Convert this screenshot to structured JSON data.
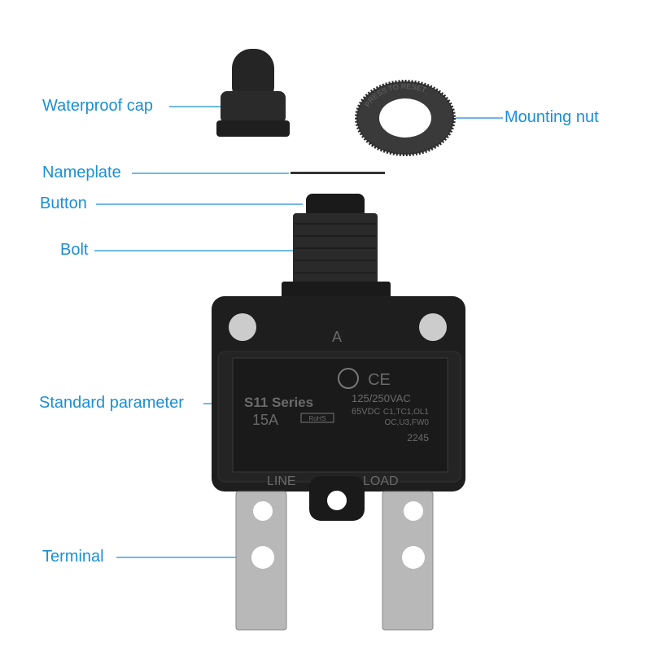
{
  "labels": {
    "waterproof_cap": "Waterproof cap",
    "mounting_nut": "Mounting nut",
    "nameplate": "Nameplate",
    "button": "Button",
    "bolt": "Bolt",
    "standard_parameter": "Standard parameter",
    "terminal": "Terminal"
  },
  "nut_text": "PRESS TO RESET",
  "breaker": {
    "mark": "A",
    "series": "S11 Series",
    "rating": "15A",
    "rohs": "RoHS",
    "ce": "CE",
    "voltage_ac": "125/250VAC",
    "voltage_dc": "65VDC",
    "codes1": "C1,TC1,OL1",
    "codes2": "OC,U3,FW0",
    "date_code": "2245",
    "line": "LINE",
    "load": "LOAD"
  },
  "colors": {
    "label": "#1a8fd6",
    "body": "#1e1e1e",
    "metal": "#b8b8b8"
  }
}
